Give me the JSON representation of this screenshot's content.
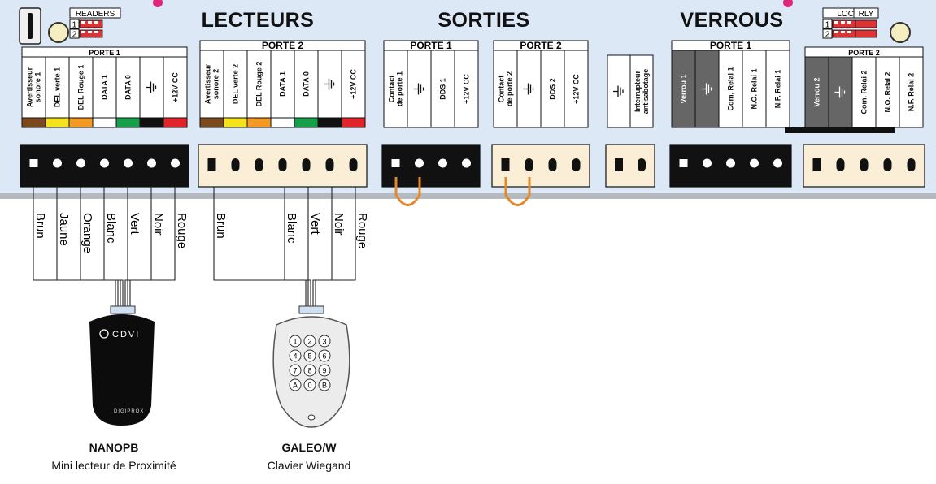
{
  "titles": {
    "lecteurs": "LECTEURS",
    "sorties": "SORTIES",
    "verrous": "VERROUS"
  },
  "switches": {
    "readers": {
      "label": "READERS",
      "pos1": "1",
      "pos2": "2"
    },
    "lock": {
      "label": "LOCK",
      "pos1": "1",
      "pos2": "2"
    },
    "rly": {
      "label": "RLY"
    }
  },
  "ground_symbol": "⊣|",
  "sections": [
    {
      "header": "PORTE 1",
      "labels": [
        "Avertisseur sonore 1",
        "DEL verte 1",
        "DEL Rouge 1",
        "DATA 1",
        "DATA 0",
        "⊣|",
        "+12V CC"
      ],
      "colors": [
        "#7a4a1e",
        "#f4e21a",
        "#f49a22",
        "#ffffff",
        "#14a04a",
        "#111111",
        "#e0242a"
      ]
    },
    {
      "header": "PORTE 2",
      "labels": [
        "Avertisseur sonore 2",
        "DEL verte 2",
        "DEL Rouge 2",
        "DATA 1",
        "DATA 0",
        "⊣|",
        "+12V CC"
      ],
      "colors": [
        "#7a4a1e",
        "#f4e21a",
        "#f49a22",
        "#ffffff",
        "#14a04a",
        "#111111",
        "#e0242a"
      ]
    },
    {
      "header": "PORTE 1",
      "labels": [
        "Contact de porte 1",
        "⊣|",
        "DDS 1",
        "+12V CC"
      ]
    },
    {
      "header": "PORTE 2",
      "labels": [
        "Contact de porte 2",
        "⊣|",
        "DDS 2",
        "+12V CC"
      ]
    },
    {
      "header": "",
      "labels": [
        "⊣|",
        "Interrupteur antisabotage"
      ]
    },
    {
      "header": "PORTE 1",
      "labels": [
        "Verrou 1",
        "⊣|",
        "Com. Relai 1",
        "N.O. Relai 1",
        "N.F. Relai 1"
      ]
    },
    {
      "header": "PORTE 2",
      "labels": [
        "Verrou 2",
        "⊣|",
        "Com. Relai 2",
        "N.O. Relai 2",
        "N.F. Relai 2"
      ]
    }
  ],
  "reader1_wires": [
    "Brun",
    "Jaune",
    "Orange",
    "Blanc",
    "Vert",
    "Noir",
    "Rouge"
  ],
  "reader2_wires": [
    "Brun",
    "Blanc",
    "Vert",
    "Noir",
    "Rouge"
  ],
  "devices": [
    {
      "name": "NANOPB",
      "desc": "Mini lecteur de Proximité",
      "brand": "CDVI",
      "sub": "DIGIPROX"
    },
    {
      "name": "GALEO/W",
      "desc": "Clavier Wiegand",
      "keys": [
        "1",
        "2",
        "3",
        "4",
        "5",
        "6",
        "7",
        "8",
        "9",
        "A",
        "0",
        "B"
      ]
    }
  ],
  "colors": {
    "board": "#dde8f6",
    "board_edge": "#8a8f96",
    "magenta": "#e0257c",
    "jumper": "#e3892a",
    "terminal_dark": "#111111",
    "terminal_light": "#fbeed7",
    "relay_grey": "#666666"
  }
}
